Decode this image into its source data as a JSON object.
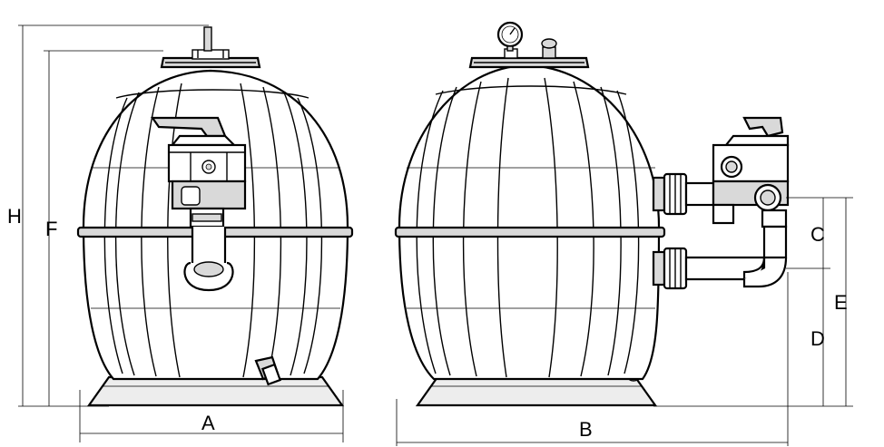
{
  "dimension_labels": {
    "a": "A",
    "b": "B",
    "c": "C",
    "d": "D",
    "e": "E",
    "f": "F",
    "h": "H"
  },
  "colors": {
    "line": "#000000",
    "fill_gray": "#d9d9d9",
    "background": "#ffffff"
  }
}
